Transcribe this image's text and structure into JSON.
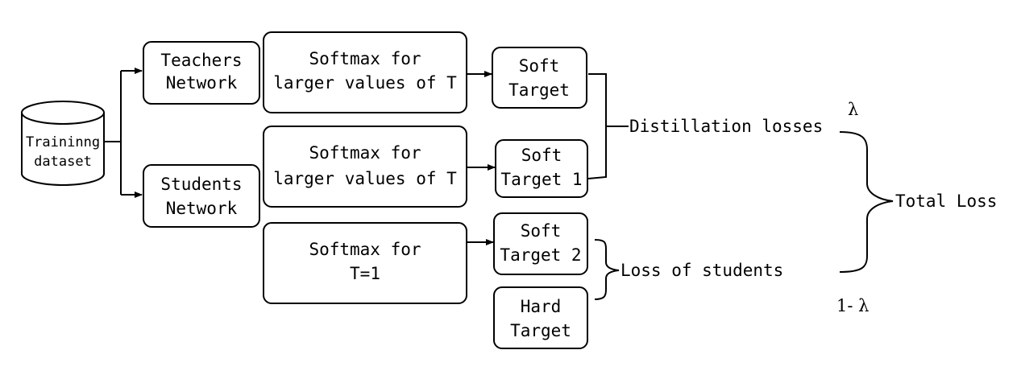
{
  "dataset": {
    "line1": "Traininng",
    "line2": "dataset"
  },
  "teacher": {
    "line1": "Teachers",
    "line2": "Network"
  },
  "student": {
    "line1": "Students",
    "line2": "Network"
  },
  "softmax_teacher": {
    "line1": "Softmax for",
    "line2": "larger values of T"
  },
  "softmax_student": {
    "line1": "Softmax for",
    "line2": "larger values of T"
  },
  "softmax_t1": {
    "line1": "Softmax for",
    "line2": "T=1"
  },
  "soft_target": {
    "line1": "Soft",
    "line2": "Target"
  },
  "soft_target_1": {
    "line1": "Soft",
    "line2": "Target 1"
  },
  "soft_target_2": {
    "line1": "Soft",
    "line2": "Target 2"
  },
  "hard_target": {
    "line1": "Hard",
    "line2": "Target"
  },
  "labels": {
    "distillation": "Distillation losses",
    "student_loss": "Loss of students",
    "total": "Total Loss",
    "lambda": "λ",
    "one_minus_lambda": "1- λ"
  }
}
